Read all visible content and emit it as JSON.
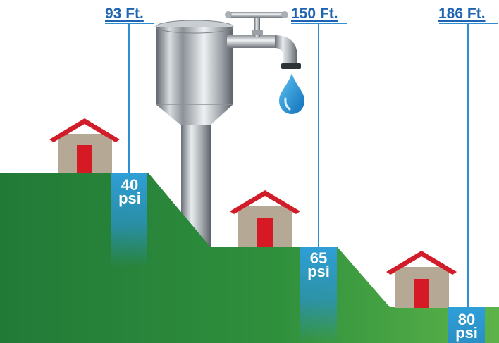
{
  "heights": [
    {
      "label": "93 Ft."
    },
    {
      "label": "150 Ft."
    },
    {
      "label": "186 Ft."
    }
  ],
  "pressures": [
    {
      "value": "40",
      "unit": "psi"
    },
    {
      "value": "65",
      "unit": "psi"
    },
    {
      "value": "80",
      "unit": "psi"
    }
  ],
  "colors": {
    "sky": "#ffffff",
    "hill_dark": "#237e3a",
    "hill_light": "#5bb248",
    "height_text": "#1f63b3",
    "psi_column": "#2e9ed6",
    "house_wall": "#b5a895",
    "house_roof": "#d11c2a",
    "house_door": "#d51a26",
    "tank_metal": "#b9bfc5",
    "water_drop": "#1f8fd8"
  },
  "icons": [
    "water-tower-icon",
    "faucet-icon",
    "water-drop-icon",
    "house-icon"
  ]
}
